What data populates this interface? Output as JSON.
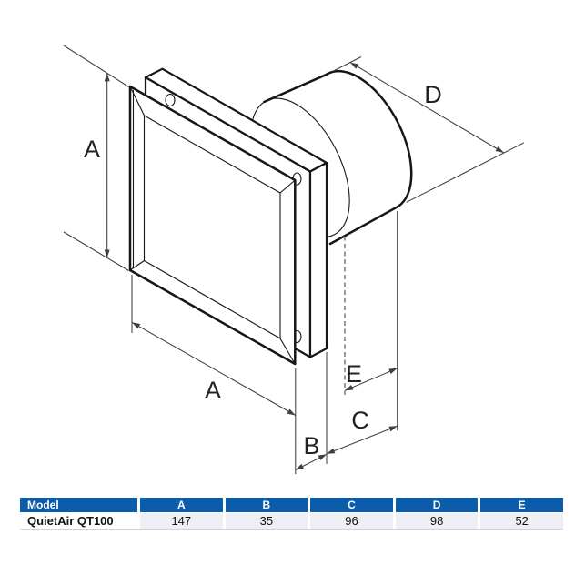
{
  "diagram": {
    "title": "extractor-fan-dimension-drawing",
    "labels": {
      "a_height": "A",
      "a_width": "A",
      "b": "B",
      "c": "C",
      "d": "D",
      "e": "E"
    }
  },
  "table": {
    "headers": [
      "Model",
      "A",
      "B",
      "C",
      "D",
      "E"
    ],
    "rows": [
      [
        "QuietAir QT100",
        "147",
        "35",
        "96",
        "98",
        "52"
      ]
    ]
  },
  "colors": {
    "table_header_bg": "#0b5dab",
    "table_header_text": "#ffffff",
    "table_row_bg": "#edeff4",
    "line_color": "#161616",
    "dimension_line_color": "#3f3f3f"
  }
}
